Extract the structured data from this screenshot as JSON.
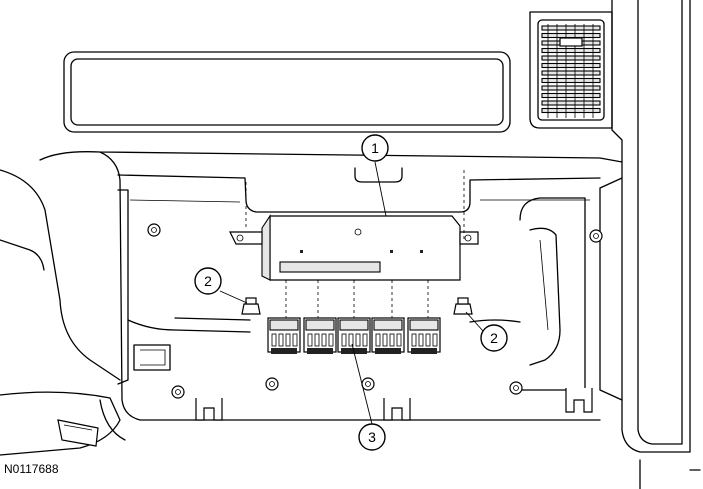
{
  "figure_code": "N0117688",
  "callouts": [
    {
      "id": "1",
      "label": "1"
    },
    {
      "id": "2a",
      "label": "2"
    },
    {
      "id": "2b",
      "label": "2"
    },
    {
      "id": "3",
      "label": "3"
    }
  ]
}
